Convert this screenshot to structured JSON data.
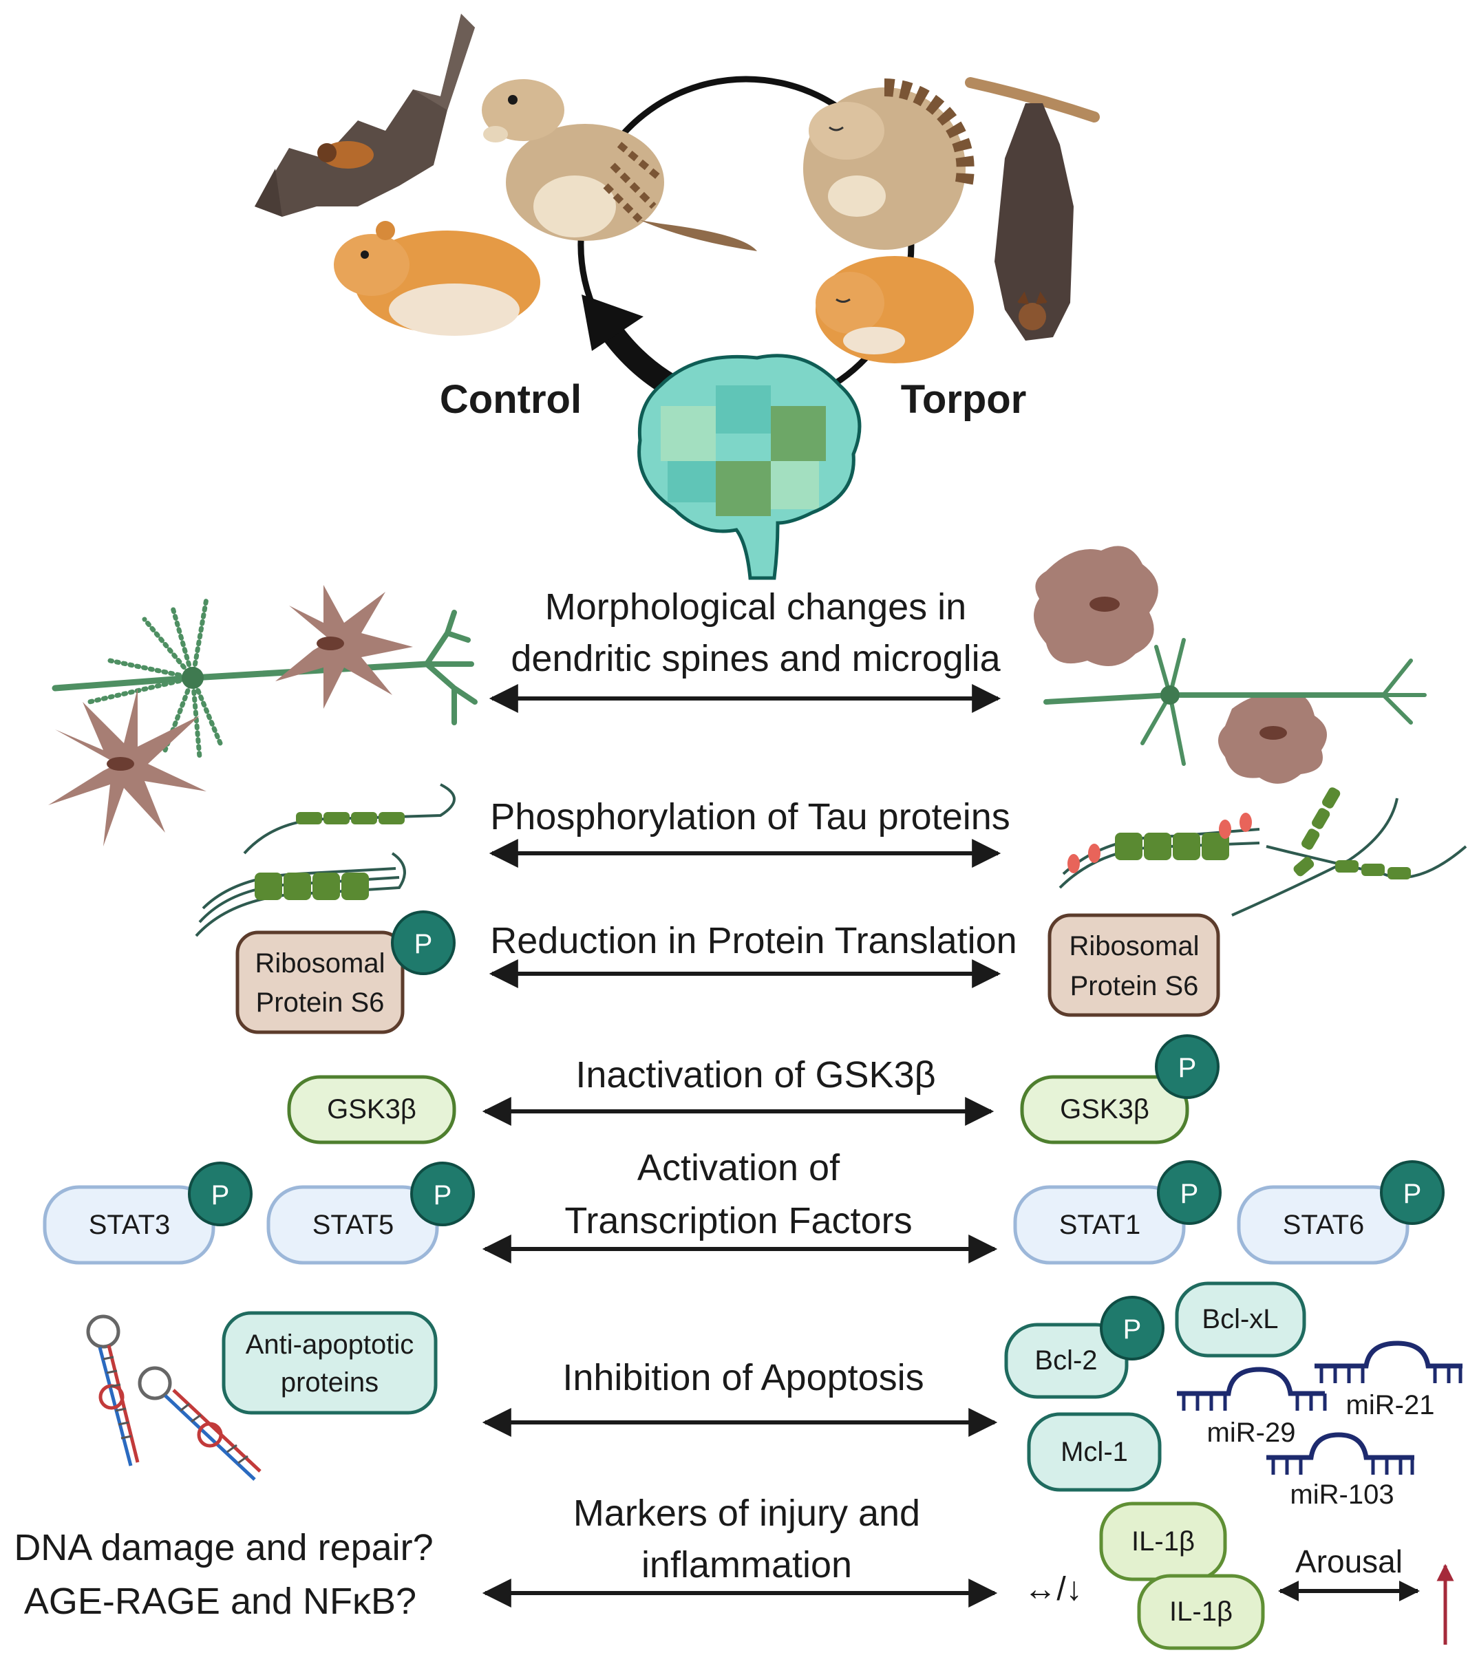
{
  "header": {
    "control_label": "Control",
    "torpor_label": "Torpor"
  },
  "rows": [
    {
      "id": "morph",
      "lines": [
        "Morphological changes in",
        "dendritic spines and microglia"
      ]
    },
    {
      "id": "tau",
      "lines": [
        "Phosphorylation of Tau proteins"
      ]
    },
    {
      "id": "translation",
      "lines": [
        "Reduction in Protein Translation"
      ]
    },
    {
      "id": "gsk",
      "lines": [
        "Inactivation of GSK3β"
      ]
    },
    {
      "id": "tf",
      "lines": [
        "Activation of",
        "Transcription Factors"
      ]
    },
    {
      "id": "apoptosis",
      "lines": [
        "Inhibition of Apoptosis"
      ]
    },
    {
      "id": "injury",
      "lines": [
        "Markers of injury and",
        "inflammation"
      ]
    }
  ],
  "proteins": {
    "ribosomal_line1": "Ribosomal",
    "ribosomal_line2": "Protein S6",
    "gsk": "GSK3β",
    "stat3": "STAT3",
    "stat5": "STAT5",
    "stat1": "STAT1",
    "stat6": "STAT6",
    "anti_apoptotic_line1": "Anti-apoptotic",
    "anti_apoptotic_line2": "proteins",
    "bcl2": "Bcl-2",
    "bclxl": "Bcl-xL",
    "mcl1": "Mcl-1",
    "il1b": "IL-1β",
    "phospho": "P"
  },
  "mirnas": [
    "miR-29",
    "miR-21",
    "miR-103"
  ],
  "questions": [
    "DNA damage and repair?",
    "AGE-RAGE and NFκB?"
  ],
  "arousal_label": "Arousal",
  "change_symbol": "↔/↓",
  "colors": {
    "neuron_green": "#4e8f62",
    "microglia_pink": "#a77e74",
    "tau_green": "#547a2a",
    "phospho_teal": "#1f7a6c",
    "ribosomal_fill": "#e6d3c5",
    "gsk_fill": "#e6f3d7",
    "stat_fill": "#e8f1fb",
    "apoptotic_fill": "#d6efea",
    "il_fill": "#e3f1cf",
    "mirna_navy": "#1d2a6e",
    "increase_red": "#a52a3a"
  }
}
